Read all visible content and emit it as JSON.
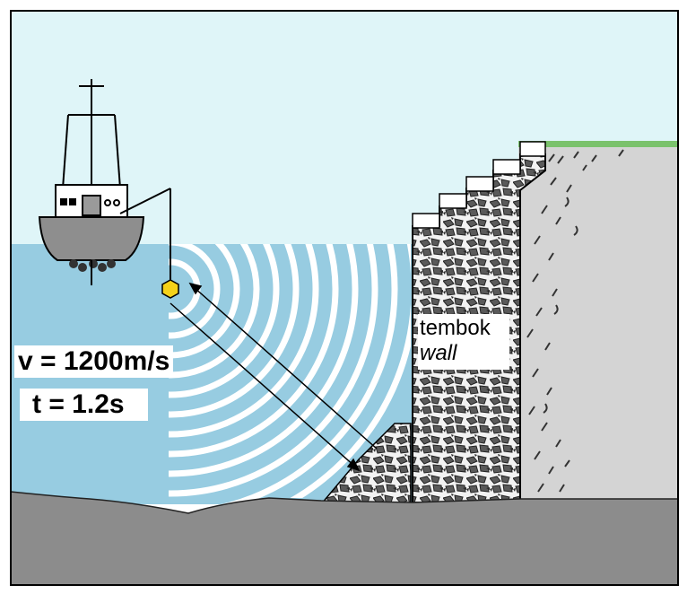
{
  "labels": {
    "velocity": "v = 1200m/s",
    "time": "t = 1.2s",
    "wall_primary": "tembok",
    "wall_secondary": "wall"
  },
  "colors": {
    "sky": "#dff5f8",
    "sea": "#97cce1",
    "seabed": "#8c8c8c",
    "cliff": "#d4d4d4",
    "grass": "#7ac26c",
    "boat_hull": "#8e8e8e",
    "sensor": "#f5d21a",
    "waves": "#ffffff"
  },
  "icons": {
    "boat": "ship-icon",
    "sensor": "sonar-transducer-icon"
  }
}
